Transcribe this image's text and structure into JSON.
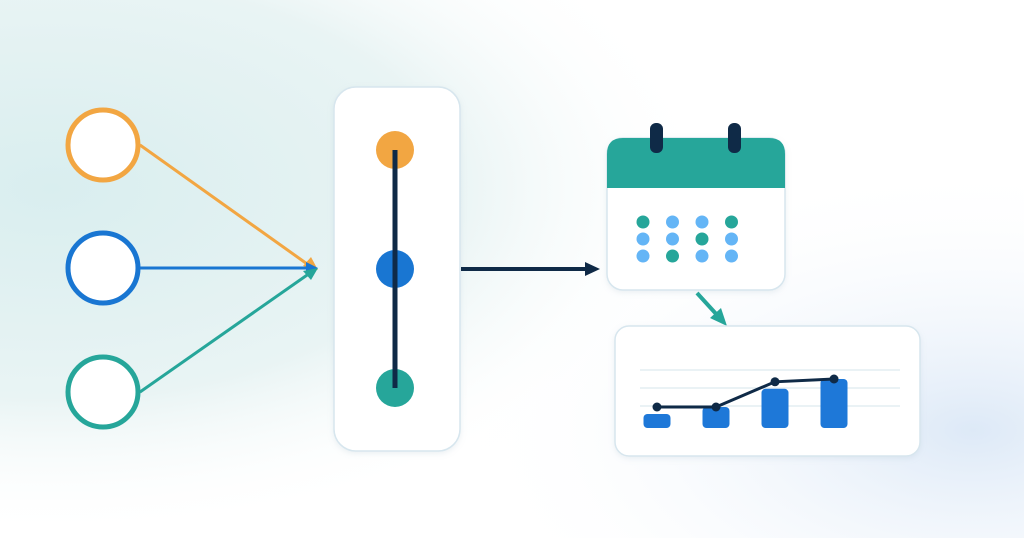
{
  "colors": {
    "orange": "#f2a642",
    "blue": "#1976d2",
    "teal": "#26a69a",
    "navy": "#0f2a47",
    "light_blue": "#64b5f6",
    "bar_blue": "#1e78d8",
    "card_bg": "#ffffff",
    "card_border": "#d7e6ee",
    "grid_line": "#e4edf2"
  },
  "inputs": [
    {
      "icon": "input-circle",
      "color": "orange"
    },
    {
      "icon": "input-circle",
      "color": "blue"
    },
    {
      "icon": "input-circle",
      "color": "teal"
    }
  ],
  "pipeline_nodes": [
    "orange",
    "blue",
    "teal"
  ],
  "calendar": {
    "icon": "calendar-icon",
    "dots": [
      [
        "teal",
        "light_blue",
        "light_blue",
        "teal"
      ],
      [
        "light_blue",
        "light_blue",
        "teal",
        "light_blue"
      ],
      [
        "light_blue",
        "teal",
        "light_blue",
        "light_blue"
      ]
    ]
  },
  "chart_data": {
    "type": "bar",
    "categories": [
      "",
      "",
      "",
      ""
    ],
    "series": [
      {
        "values": [
          1,
          1.5,
          2.8,
          3.5
        ]
      },
      {
        "values": [
          1.5,
          1.5,
          3.3,
          3.5
        ]
      }
    ],
    "grid": true
  }
}
